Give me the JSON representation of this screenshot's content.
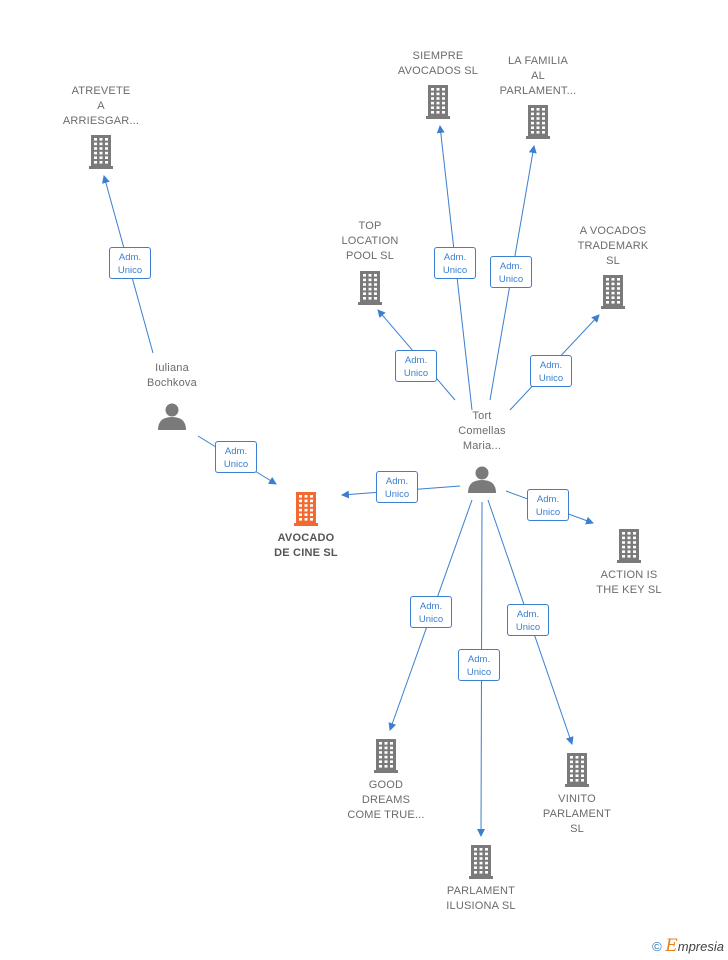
{
  "nodes": [
    {
      "id": "atrevete",
      "label": "ATREVETE\nA\nARRIESGAR...",
      "type": "company"
    },
    {
      "id": "siempre",
      "label": "SIEMPRE\nAVOCADOS  SL",
      "type": "company"
    },
    {
      "id": "familia",
      "label": "LA FAMILIA\nAL\nPARLAMENT...",
      "type": "company"
    },
    {
      "id": "top",
      "label": "TOP\nLOCATION\nPOOL  SL",
      "type": "company"
    },
    {
      "id": "vocados",
      "label": "A VOCADOS\nTRADEMARK\nSL",
      "type": "company"
    },
    {
      "id": "iuliana",
      "label": "Iuliana\nBochkova",
      "type": "person"
    },
    {
      "id": "tort",
      "label": "Tort\nComellas\nMaria...",
      "type": "person"
    },
    {
      "id": "avocado",
      "label": "AVOCADO\nDE CINE  SL",
      "type": "company-main"
    },
    {
      "id": "action",
      "label": "ACTION IS\nTHE KEY  SL",
      "type": "company"
    },
    {
      "id": "good",
      "label": "GOOD\nDREAMS\nCOME TRUE...",
      "type": "company"
    },
    {
      "id": "vinito",
      "label": "VINITO\nPARLAMENT\nSL",
      "type": "company"
    },
    {
      "id": "parlament",
      "label": "PARLAMENT\nILUSIONA  SL",
      "type": "company"
    }
  ],
  "edges": [
    {
      "from": "iuliana",
      "to": "atrevete",
      "label": "Adm.\nUnico"
    },
    {
      "from": "iuliana",
      "to": "avocado",
      "label": "Adm.\nUnico"
    },
    {
      "from": "tort",
      "to": "siempre",
      "label": "Adm.\nUnico"
    },
    {
      "from": "tort",
      "to": "familia",
      "label": "Adm.\nUnico"
    },
    {
      "from": "tort",
      "to": "top",
      "label": "Adm.\nUnico"
    },
    {
      "from": "tort",
      "to": "vocados",
      "label": "Adm.\nUnico"
    },
    {
      "from": "tort",
      "to": "avocado",
      "label": "Adm.\nUnico"
    },
    {
      "from": "tort",
      "to": "action",
      "label": "Adm.\nUnico"
    },
    {
      "from": "tort",
      "to": "good",
      "label": "Adm.\nUnico"
    },
    {
      "from": "tort",
      "to": "parlament",
      "label": "Adm.\nUnico"
    },
    {
      "from": "tort",
      "to": "vinito",
      "label": "Adm.\nUnico"
    }
  ],
  "colors": {
    "edge": "#3a7fd0",
    "icon": "#7a7a7a",
    "main_icon": "#f26a32",
    "label": "#6b6b6b"
  },
  "footer": {
    "copyright": "©",
    "brand_initial": "E",
    "brand_rest": "mpresia"
  }
}
